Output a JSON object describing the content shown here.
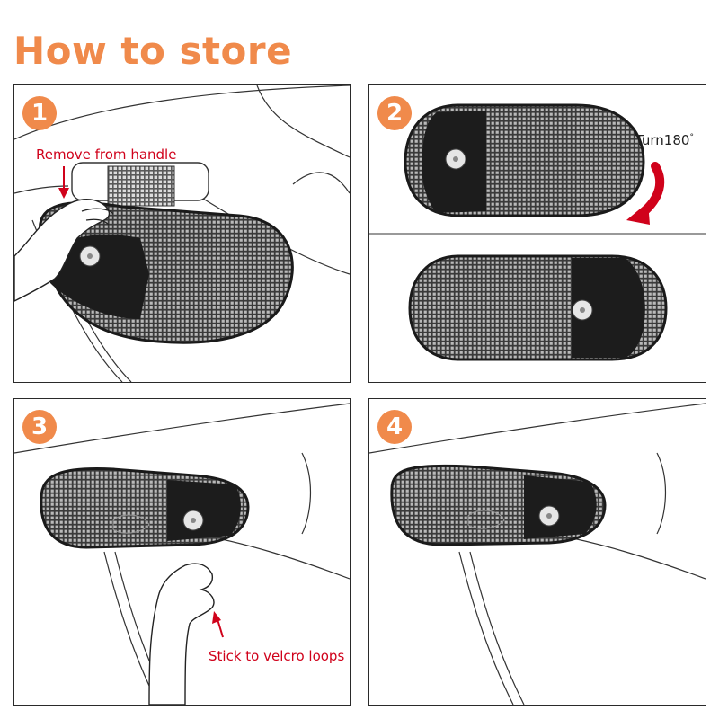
{
  "title": "How to store",
  "accent_color": "#f08a4b",
  "note_color": "#d0021b",
  "panels": [
    {
      "number": "1",
      "caption": "Remove from handle",
      "icons": [
        "sun-shade",
        "hand",
        "visor-handle",
        "arrow-icon"
      ]
    },
    {
      "number": "2",
      "caption": "Turn180",
      "degree": "°",
      "icons": [
        "sun-shade",
        "curved-arrow-icon"
      ]
    },
    {
      "number": "3",
      "caption": "Stick to velcro loops",
      "icons": [
        "sun-shade",
        "hand",
        "arrow-icon"
      ]
    },
    {
      "number": "4",
      "caption": "",
      "icons": [
        "sun-shade"
      ]
    }
  ]
}
